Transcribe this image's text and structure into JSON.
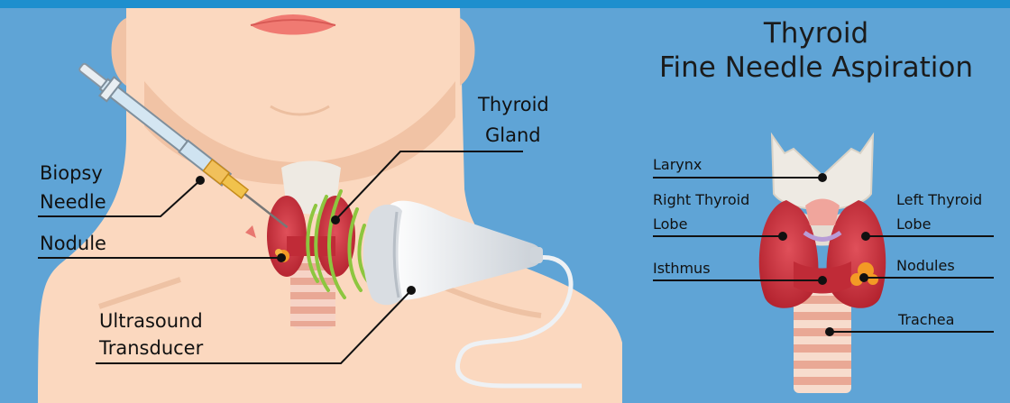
{
  "title": {
    "line1": "Thyroid",
    "line2": "Fine Needle Aspiration"
  },
  "left_labels": {
    "biopsy_needle_1": "Biopsy",
    "biopsy_needle_2": "Needle",
    "nodule": "Nodule",
    "thyroid_gland_1": "Thyroid",
    "thyroid_gland_2": "Gland",
    "ultrasound_1": "Ultrasound",
    "ultrasound_2": "Transducer"
  },
  "right_labels": {
    "larynx": "Larynx",
    "right_lobe_1": "Right Thyroid",
    "right_lobe_2": "Lobe",
    "isthmus": "Isthmus",
    "left_lobe_1": "Left Thyroid",
    "left_lobe_2": "Lobe",
    "nodules": "Nodules",
    "trachea": "Trachea"
  },
  "colors": {
    "background": "#5fa4d6",
    "top_bar": "#1e8fce",
    "skin": "#fbd8bf",
    "skin_shadow": "#f1c3a5",
    "thyroid": "#c8303b",
    "cartilage": "#eeeae3",
    "trachea_band": "#e9a895",
    "nodule": "#f39a25",
    "ultrasound_wave": "#8dc63f",
    "probe": "#f2f4f6"
  }
}
